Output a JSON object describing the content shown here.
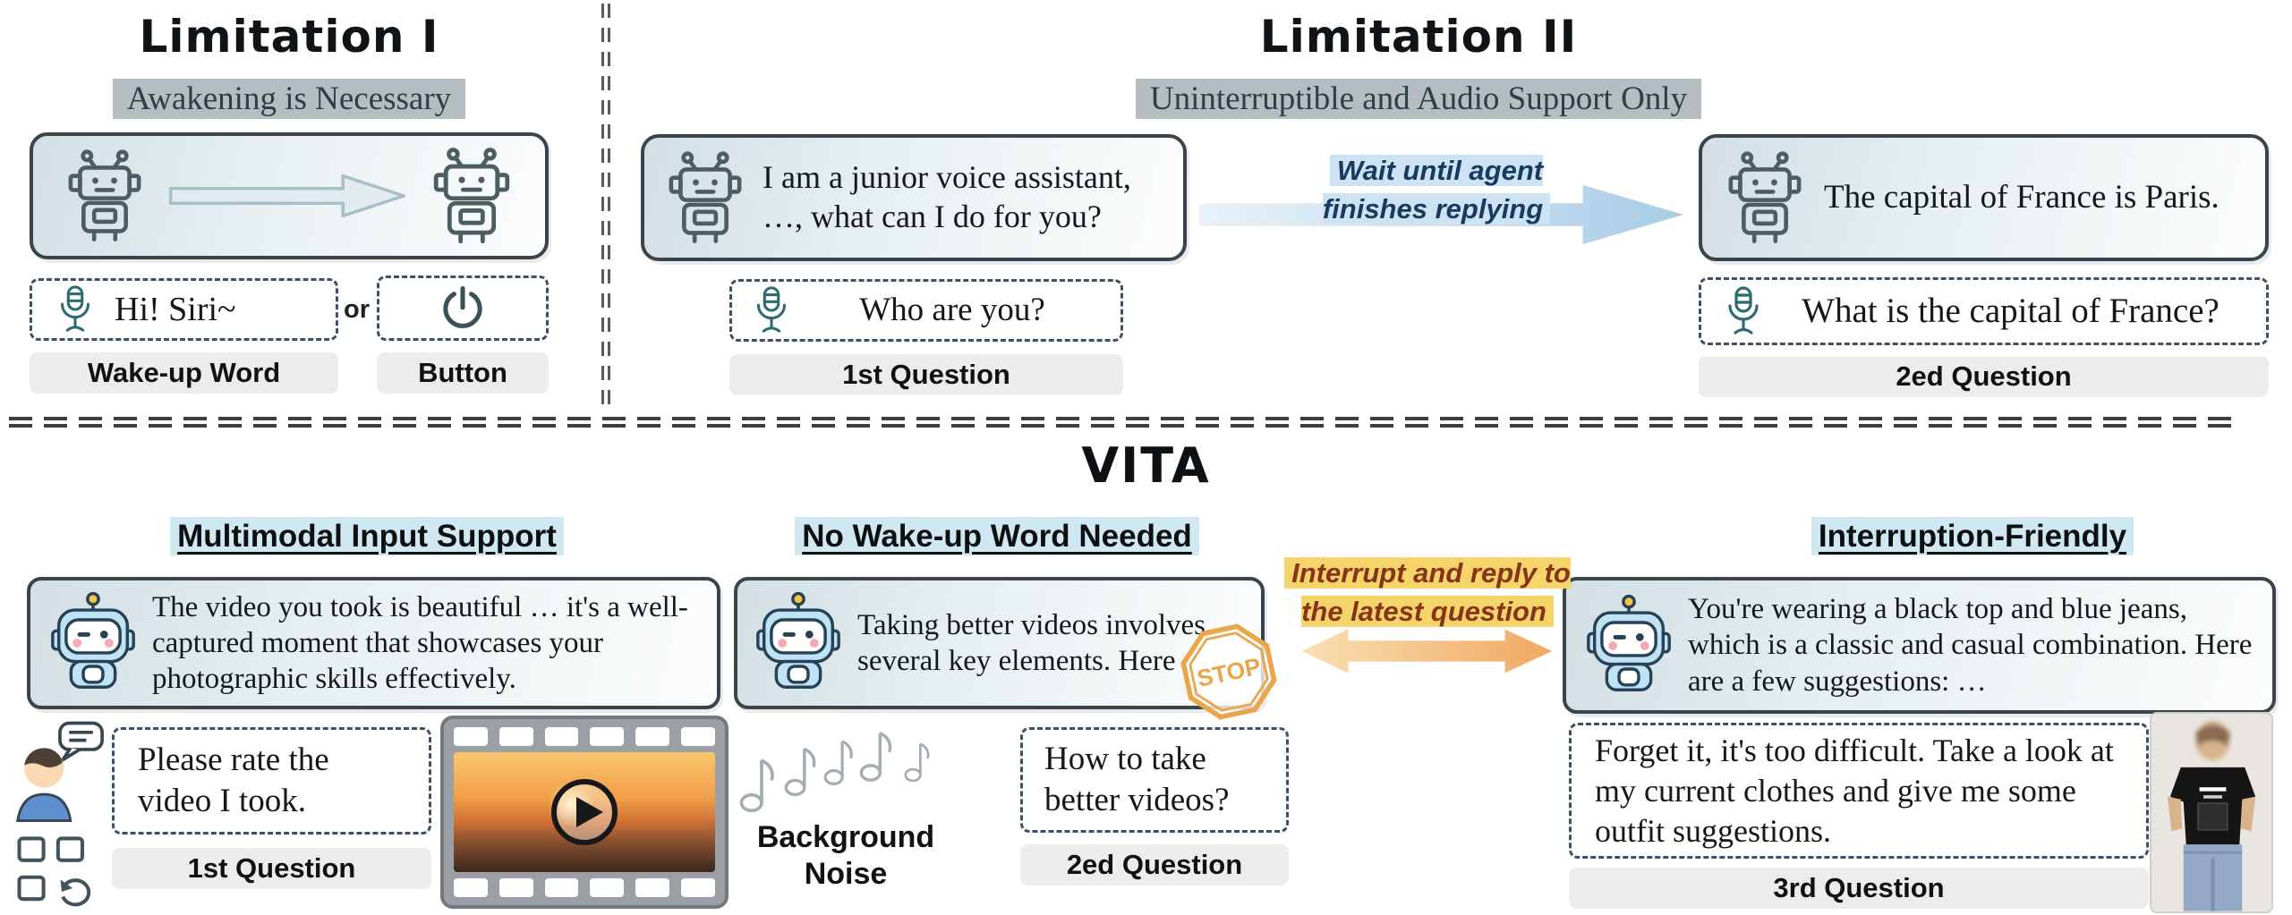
{
  "limitation1": {
    "title": "Limitation I",
    "subtitle": "Awakening is Necessary",
    "wake_word_text": "Hi! Siri~",
    "wake_word_label": "Wake-up Word",
    "or_label": "or",
    "button_label": "Button"
  },
  "limitation2": {
    "title": "Limitation II",
    "subtitle": "Uninterruptible and Audio Support Only",
    "assistant_reply_1": "I am a junior voice assistant, …, what can I do for you?",
    "question_1": "Who are you?",
    "question_1_label": "1st Question",
    "arrow_note": "Wait until agent finishes replying",
    "assistant_reply_2": "The capital of France is Paris.",
    "question_2": "What is the capital of France?",
    "question_2_label": "2ed Question"
  },
  "vita": {
    "title": "VITA",
    "multimodal": {
      "feature": "Multimodal Input Support",
      "reply": "The video you took is beautiful …  it's a well-captured moment that showcases your photographic skills effectively.",
      "question": "Please rate the video I took.",
      "question_label": "1st Question"
    },
    "no_wake_word": {
      "feature": "No Wake-up Word Needed",
      "reply": "Taking better videos involves several key elements. Here",
      "stop_label": "STOP",
      "noise_label": "Background Noise",
      "question": "How to take better videos?",
      "question_label": "2ed Question"
    },
    "arrow_note": "Interrupt and reply to the latest question",
    "interruption": {
      "feature": "Interruption-Friendly",
      "reply": "You're wearing a black top and blue jeans, which is a classic and casual combination. Here are a few suggestions:  …",
      "question": "Forget it, it's too difficult. Take a look at my current clothes and give me some outfit suggestions.",
      "question_label": "3rd Question"
    }
  },
  "colors": {
    "highlight_gray": "#b6bdc0",
    "highlight_blue": "#cfe8f2",
    "highlight_yellow": "#f5d469",
    "arrow_blue": "#aecde7",
    "arrow_orange": "#f2a75e",
    "stop_orange": "#eaa64a"
  },
  "icons": {
    "robot-icon": "line-art robot",
    "cute-robot-icon": "blue assistant robot",
    "microphone-icon": "outline microphone",
    "power-button-icon": "power symbol",
    "music-notes-icon": "background noise notes",
    "stop-sign-icon": "octagon STOP",
    "user-avatar-icon": "person with speech bubble",
    "play-button-icon": "video play button"
  }
}
